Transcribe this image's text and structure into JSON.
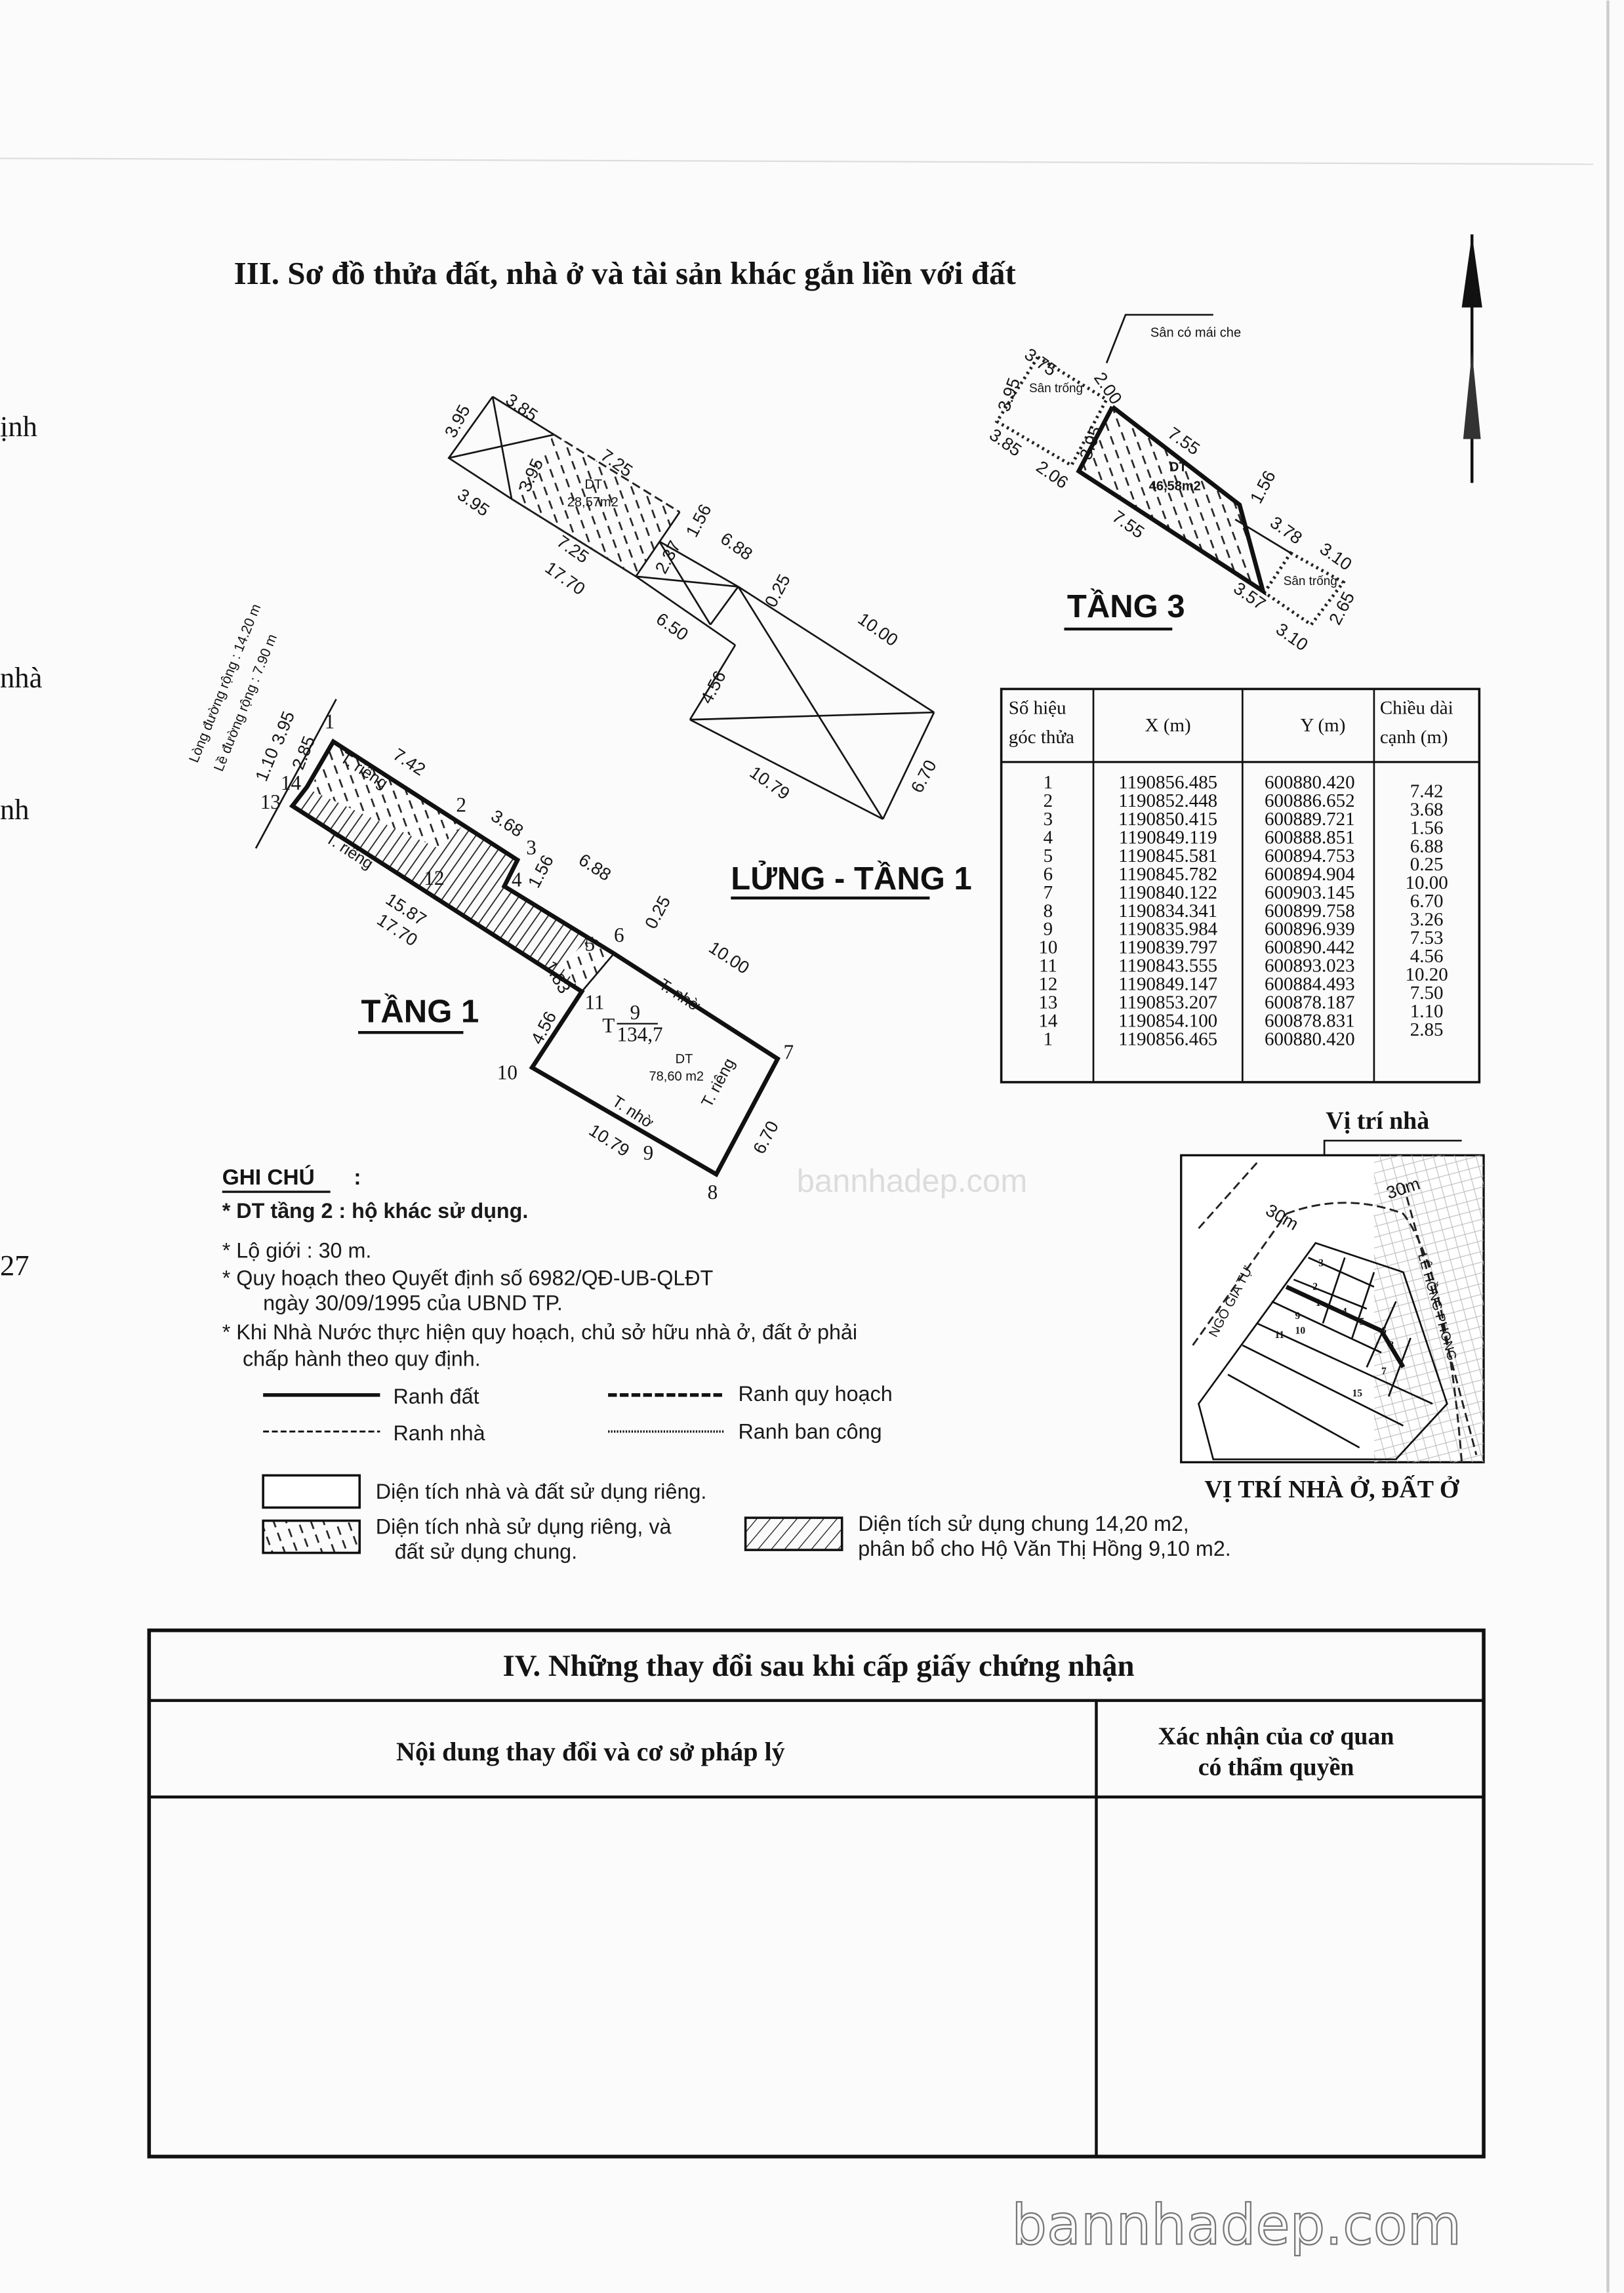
{
  "margin_fragments": [
    "ịnh",
    "nhà",
    "nh",
    "27"
  ],
  "section3": {
    "title": "III. Sơ đồ thửa đất, nhà ở và tài sản khác gắn liền với đất"
  },
  "tang1": {
    "title": "TẦNG 1",
    "street_labels": [
      "Lòng đường rộng : 14.20 m",
      "Lề đường rộng : 7.90 m"
    ],
    "vertices": [
      "1",
      "2",
      "3",
      "4",
      "5",
      "6",
      "7",
      "8",
      "9",
      "10",
      "11",
      "12",
      "13",
      "14"
    ],
    "dims": [
      "7.42",
      "3.68",
      "1.56",
      "6.88",
      "0.25",
      "10.00",
      "6.70",
      "10.79",
      "4.56",
      "1.83",
      "15.87",
      "17.70",
      "3.95",
      "2.85",
      "1.10"
    ],
    "wall_labels": [
      "T. riêng",
      "T. riêng",
      "T. riêng",
      "T. nhờ",
      "T. nhờ"
    ],
    "parcel": {
      "prefix": "T",
      "number": "9",
      "sheet": "134,7"
    },
    "area_label": "DT",
    "area_value": "78,60 m2"
  },
  "lung": {
    "title": "LỬNG - TẦNG 1",
    "dims": [
      "3.95",
      "3.85",
      "7.25",
      "3.95",
      "3.95",
      "7.25",
      "17.70",
      "1.56",
      "2.37",
      "6.88",
      "0.25",
      "10.00",
      "6.50",
      "4.56",
      "10.79",
      "6.70"
    ],
    "area_label": "DT",
    "area_value": "28,57m2"
  },
  "tang3": {
    "title": "TẦNG 3",
    "covered_yard": "Sân có mái che",
    "open_yard": "Sân trống",
    "dims": [
      "3.75",
      "2.00",
      "3.95",
      "3.95",
      "3.85",
      "2.06",
      "7.55",
      "7.55",
      "1.56",
      "3.78",
      "3.10",
      "3.57",
      "3.10",
      "2.65"
    ],
    "area_label": "DT",
    "area_value": "46,58m2"
  },
  "coord_table": {
    "headers": [
      "Số hiệu góc thửa",
      "X (m)",
      "Y (m)",
      "Chiều dài cạnh (m)"
    ],
    "rows": [
      [
        "1",
        "1190856.485",
        "600880.420"
      ],
      [
        "2",
        "1190852.448",
        "600886.652"
      ],
      [
        "3",
        "1190850.415",
        "600889.721"
      ],
      [
        "4",
        "1190849.119",
        "600888.851"
      ],
      [
        "5",
        "1190845.581",
        "600894.753"
      ],
      [
        "6",
        "1190845.782",
        "600894.904"
      ],
      [
        "7",
        "1190840.122",
        "600903.145"
      ],
      [
        "8",
        "1190834.341",
        "600899.758"
      ],
      [
        "9",
        "1190835.984",
        "600896.939"
      ],
      [
        "10",
        "1190839.797",
        "600890.442"
      ],
      [
        "11",
        "1190843.555",
        "600893.023"
      ],
      [
        "12",
        "1190849.147",
        "600884.493"
      ],
      [
        "13",
        "1190853.207",
        "600878.187"
      ],
      [
        "14",
        "1190854.100",
        "600878.831"
      ],
      [
        "1",
        "1190856.465",
        "600880.420"
      ]
    ],
    "edge_lengths": [
      "7.42",
      "3.68",
      "1.56",
      "6.88",
      "0.25",
      "10.00",
      "6.70",
      "3.26",
      "7.53",
      "4.56",
      "10.20",
      "7.50",
      "1.10",
      "2.85"
    ]
  },
  "location": {
    "house_label": "Vị trí nhà",
    "caption": "VỊ TRÍ NHÀ Ở, ĐẤT Ở",
    "streets": [
      "NGÔ GIA TỰ",
      "LÊ HỒNG PHONG"
    ],
    "setbacks": [
      "30m",
      "30m"
    ],
    "lot_numbers": [
      "1",
      "2",
      "3",
      "4",
      "5",
      "6",
      "7",
      "8",
      "9",
      "10",
      "11",
      "15"
    ]
  },
  "notes": {
    "heading": "GHI CHÚ",
    "colon": ":",
    "items": [
      "* DT tầng 2 : hộ khác sử dụng.",
      "* Lộ giới : 30 m.",
      "* Quy hoạch theo  Quyết định số 6982/QĐ-UB-QLĐT",
      "ngày 30/09/1995 của UBND TP.",
      "* Khi Nhà Nước thực hiện quy hoạch, chủ sở hữu nhà ở, đất ở phải",
      "chấp hành theo quy định."
    ],
    "line_legend": [
      "Ranh đất",
      "Ranh quy hoạch",
      "Ranh nhà",
      "Ranh ban công"
    ],
    "fill_legend": [
      "Diện tích nhà và đất sử dụng riêng.",
      "Diện tích nhà sử dụng riêng, và",
      "đất sử dụng chung.",
      "Diện tích sử dụng chung 14,20 m2,",
      "phân bổ cho Hộ Văn Thị Hồng  9,10 m2."
    ]
  },
  "section4": {
    "title": "IV. Những thay đổi sau khi cấp giấy chứng nhận",
    "col1": "Nội dung thay đổi và cơ sở pháp lý",
    "col2_line1": "Xác nhận của cơ quan",
    "col2_line2": "có thẩm quyền"
  },
  "watermark": "bannhadep.com"
}
